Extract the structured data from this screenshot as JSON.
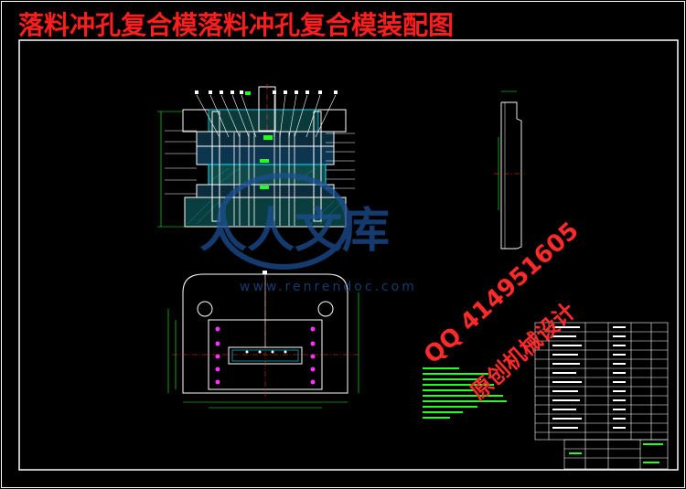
{
  "drawing": {
    "title": "落料冲孔复合模落料冲孔复合模装配图"
  },
  "watermark": {
    "brand_cn": "人人文库",
    "brand_url": "www.renrendoc.com"
  },
  "overlay": {
    "qq_line": "QQ 414951605",
    "design_line": "原创机械设计"
  },
  "colors": {
    "background": "#000000",
    "title_red": "#ff1e1e",
    "line_white": "#ffffff",
    "cyan": "#00e5ff",
    "green": "#22ff22",
    "magenta": "#ff33ff",
    "watermark_blue": "#1c4e92"
  }
}
